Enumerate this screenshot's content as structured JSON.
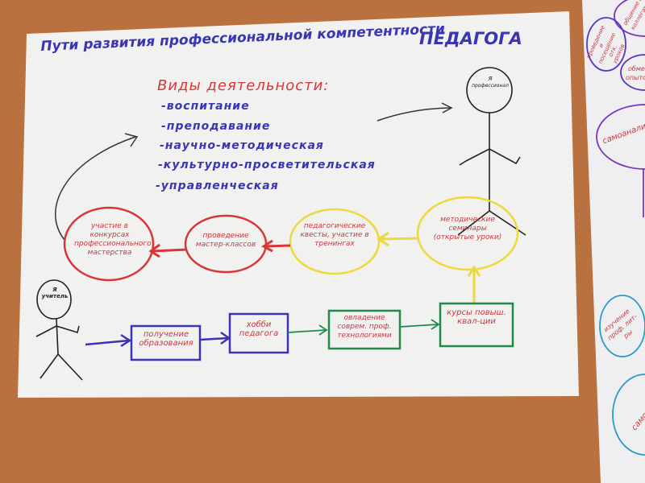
{
  "poster": {
    "title": "Пути развития профессиональной компетентности",
    "title_line2": "ПЕДАГОГА",
    "activities_heading": "Виды деятельности:",
    "activities": [
      "-воспитание",
      "-преподавание",
      "-научно-методическая",
      "-культурно-просветительская",
      "-управленческая"
    ],
    "figure_professional": {
      "line1": "Я",
      "line2": "профессионал"
    },
    "figure_teacher": {
      "line1": "Я",
      "line2": "учитель"
    },
    "ovals": [
      "участие в конкурсах профессионального мастерства",
      "проведение мастер-классов",
      "педагогические квесты, участие в тренингах",
      "методические семинары (открытые уроки)"
    ],
    "boxes": [
      "получение образования",
      "хобби педагога",
      "овладение соврем. проф. технологиями",
      "курсы повыш. квал-ции"
    ]
  },
  "side_poster": {
    "bubbles": [
      "общение с коллегами",
      "проведение и посещение отк. уроков",
      "обмен опытом",
      "самоанализ",
      "изучение проф. лит-ры",
      "самообразование"
    ]
  },
  "colors": {
    "wood": "#b9713f",
    "paper": "#f1f1ef",
    "blue": "#3a35b5",
    "red": "#d8373a",
    "yellow": "#ecd93a",
    "green": "#1f8a4c"
  }
}
